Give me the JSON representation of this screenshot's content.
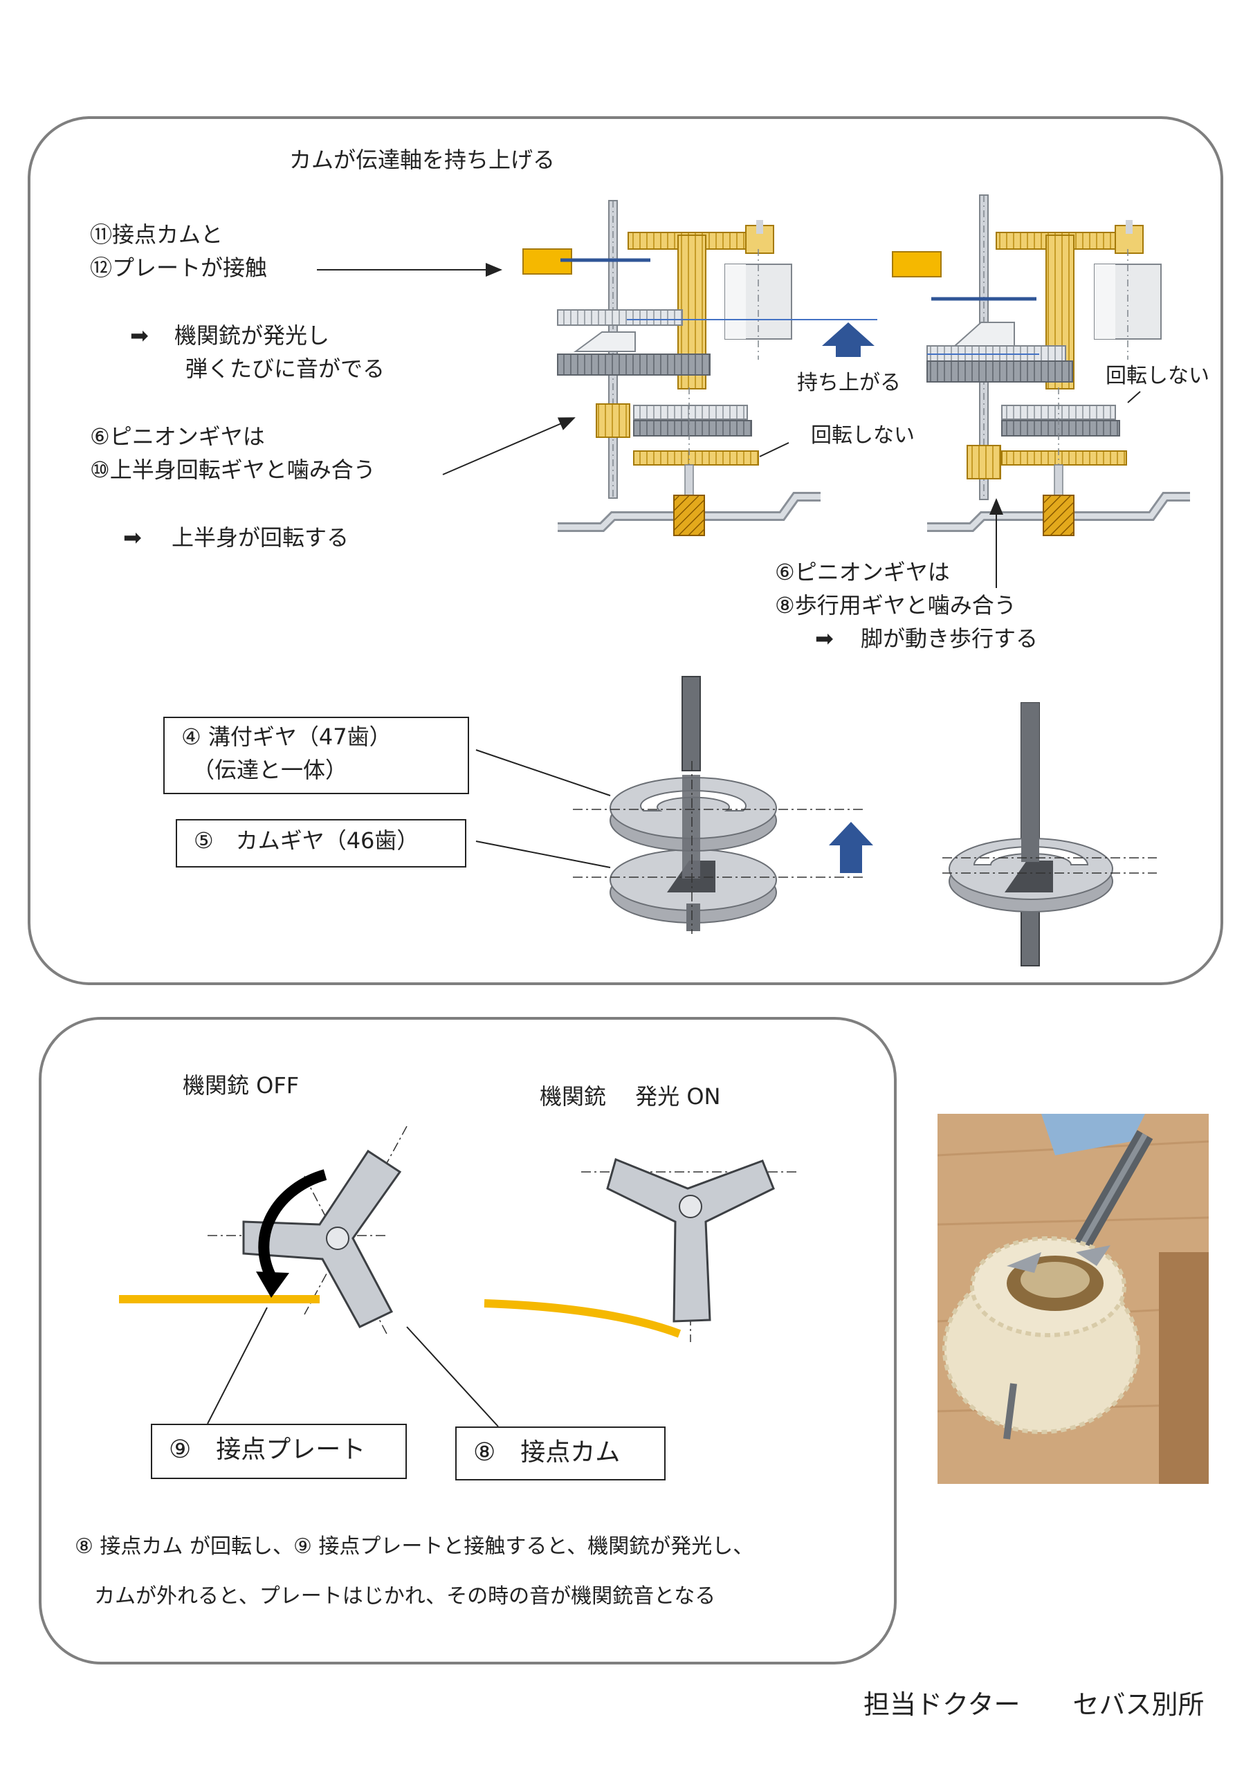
{
  "top_panel": {
    "title": "カムが伝達軸を持ち上げる",
    "contact_note": {
      "line1": "⑪接点カムと",
      "line2": "⑫プレートが接触"
    },
    "gun_effect": {
      "arrow": "➡",
      "line1": "機関銃が発光し",
      "line2": "弾くたびに音がでる"
    },
    "pinion_upper": {
      "line1": "⑥ピニオンギヤは",
      "line2": "⑩上半身回転ギヤと噛み合う"
    },
    "upper_result": {
      "arrow": "➡",
      "text": "上半身が回転する"
    },
    "lift_label": "持ち上がる",
    "no_rotate_1": "回転しない",
    "no_rotate_2": "回転しない",
    "pinion_walk": {
      "line1": "⑥ピニオンギヤは",
      "line2": "⑧歩行用ギヤと噛み合う"
    },
    "walk_result": {
      "arrow": "➡",
      "text": "脚が動き歩行する"
    },
    "gear4_label": {
      "line1": "④ 溝付ギヤ（47歯）",
      "line2": "（伝達と一体）"
    },
    "gear5_label": "⑤　カムギヤ（46歯）"
  },
  "bottom_panel": {
    "off_title": "機関銃  OFF",
    "on_title": "機関銃　 発光 ON",
    "plate_label": "⑨　接点プレート",
    "cam_label": "⑧　接点カム",
    "explanation": {
      "line1": "⑧ 接点カム が回転し、⑨ 接点プレートと接触すると、機関銃が発光し、",
      "line2": "カムが外れると、プレートはじかれ、その時の音が機関銃音となる"
    }
  },
  "credit": "担当ドクター　　セバス別所",
  "colors": {
    "gold": "#d9a520",
    "gold_light": "#f0d070",
    "plate_yellow": "#f5b800",
    "gear_gray": "#9aa0a8",
    "gear_light": "#d0d4da",
    "blue_arrow": "#2f5597",
    "line_blue": "#4472c4",
    "cam_gray": "#c8ccd2",
    "border": "#7f7f7f"
  }
}
